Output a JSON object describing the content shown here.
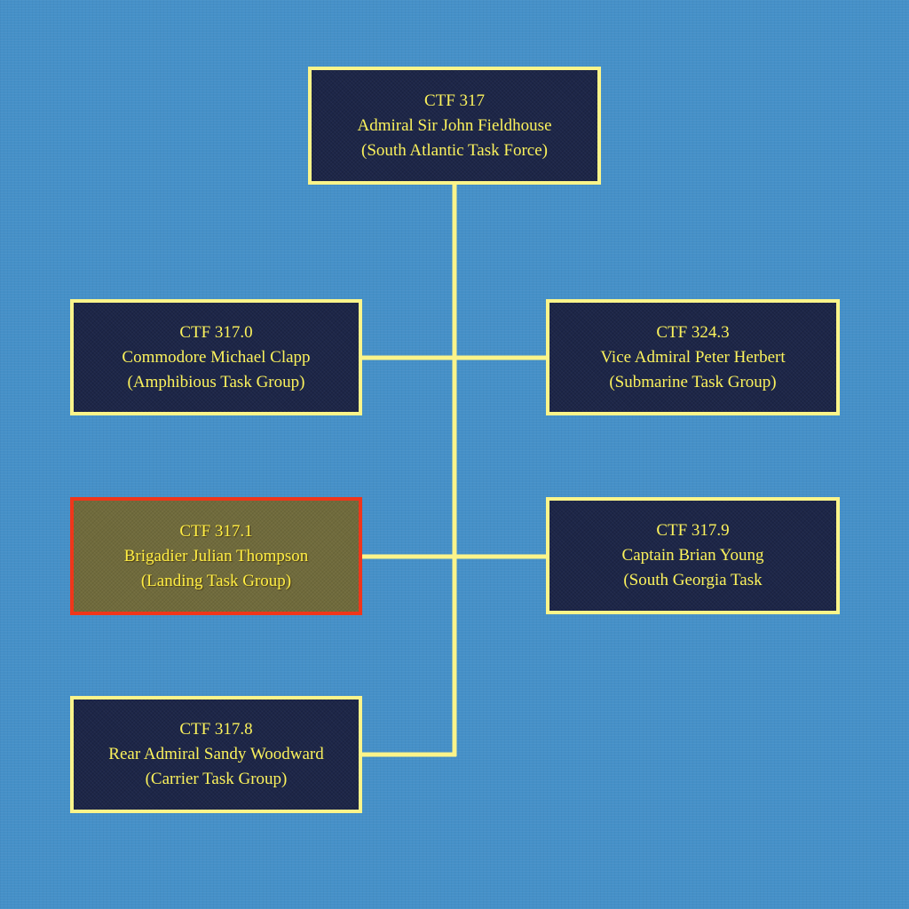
{
  "colors": {
    "background": "#4590c8",
    "box_fill": "#1d2648",
    "box_border": "#fbf48a",
    "box_text": "#fbf25c",
    "connector": "#fbf48a",
    "highlight_fill": "#706b3c",
    "highlight_border": "#f0361a"
  },
  "nodes": {
    "root": {
      "code": "CTF 317",
      "commander": "Admiral Sir John Fieldhouse",
      "unit": "(South Atlantic Task Force)"
    },
    "amphibious": {
      "code": "CTF 317.0",
      "commander": "Commodore Michael Clapp",
      "unit": "(Amphibious Task Group)"
    },
    "submarine": {
      "code": "CTF 324.3",
      "commander": "Vice Admiral Peter Herbert",
      "unit": "(Submarine Task Group)"
    },
    "landing": {
      "code": "CTF 317.1",
      "commander": "Brigadier Julian Thompson",
      "unit": "(Landing Task Group)"
    },
    "south_georgia": {
      "code": "CTF 317.9",
      "commander": "Captain Brian Young",
      "unit": "(South Georgia Task"
    },
    "carrier": {
      "code": "CTF 317.8",
      "commander": "Rear Admiral Sandy Woodward",
      "unit": "(Carrier Task Group)"
    }
  }
}
